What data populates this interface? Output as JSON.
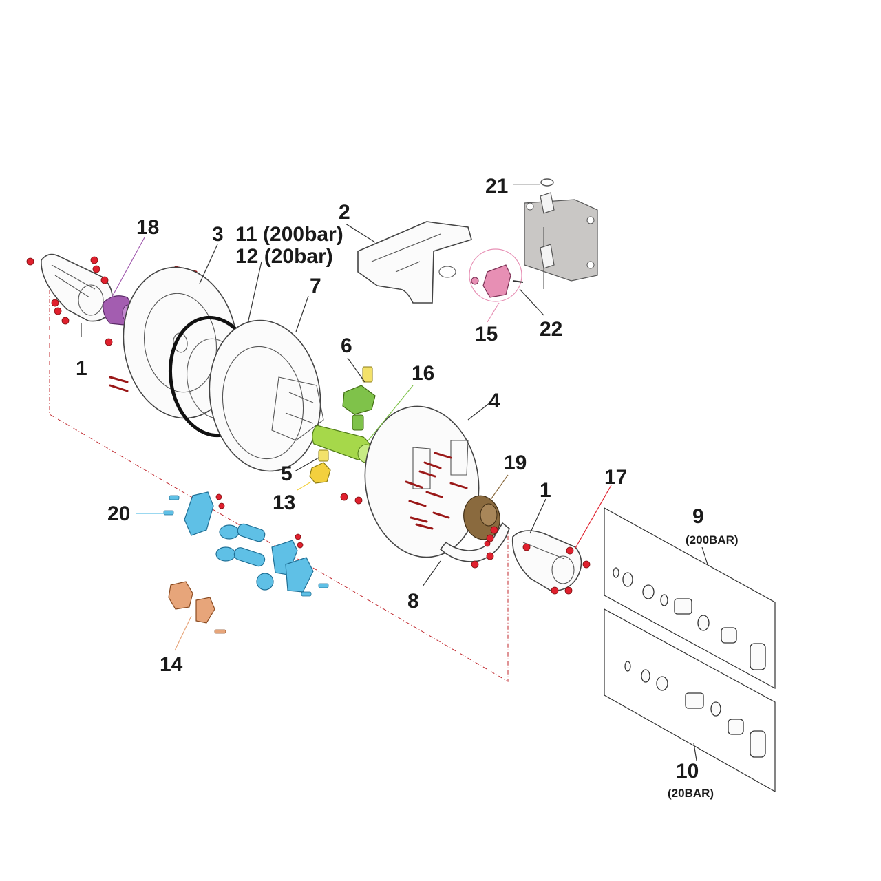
{
  "labels": {
    "l1a": "1",
    "l1b": "1",
    "l2": "2",
    "l3": "3",
    "l4": "4",
    "l5": "5",
    "l6": "6",
    "l7": "7",
    "l8": "8",
    "l9": "9",
    "l9sub": "(200BAR)",
    "l10": "10",
    "l10sub": "(20BAR)",
    "l11": "11 (200bar)",
    "l12": "12 (20bar)",
    "l13": "13",
    "l14": "14",
    "l15": "15",
    "l16": "16",
    "l17": "17",
    "l18": "18",
    "l19": "19",
    "l20": "20",
    "l21": "21",
    "l22": "22"
  },
  "colors": {
    "screw": "#e0202e",
    "hub_purple": "#a35db0",
    "pivot_pink": "#e78fb4",
    "swivel_green": "#a6d84a",
    "nozzle_green": "#7fc24a",
    "fitting_yellow": "#f3d03e",
    "bearing_brown": "#8a6a3e",
    "bracket_blue": "#5fc0e6",
    "clamp_orange": "#e7a57a",
    "bracket_gray": "#c9c7c5"
  }
}
